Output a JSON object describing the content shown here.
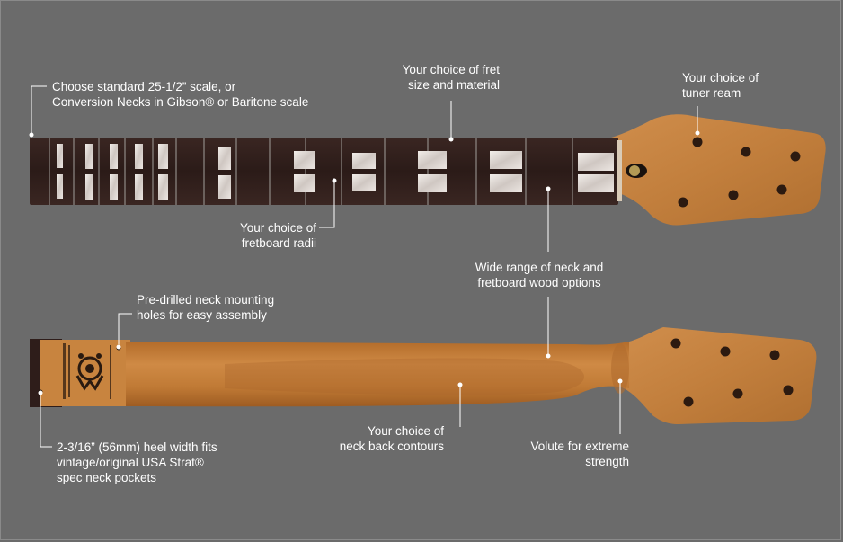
{
  "callouts": {
    "scale": "Choose standard 25-1/2” scale, or\nConversion Necks in Gibson® or Baritone scale",
    "fret": "Your choice of fret\nsize and material",
    "tuner": "Your choice of\ntuner ream",
    "radii": "Your choice of\nfretboard radii",
    "wood": "Wide range of neck and\nfretboard wood options",
    "holes": "Pre-drilled neck mounting\nholes for easy assembly",
    "heel": "2-3/16” (56mm) heel width fits\nvintage/original USA Strat®\nspec neck pockets",
    "contours": "Your choice of\nneck back contours",
    "volute": "Volute for extreme\nstrength"
  },
  "colors": {
    "background": "#6b6b6b",
    "fretboard": "#2e1d1a",
    "headstock": "#c4813e",
    "neck_back": "#c07a34",
    "inlay": "#e6e0dc",
    "leader_line": "#ffffff"
  },
  "icons": {
    "logo": "warmoth-logo-icon"
  }
}
